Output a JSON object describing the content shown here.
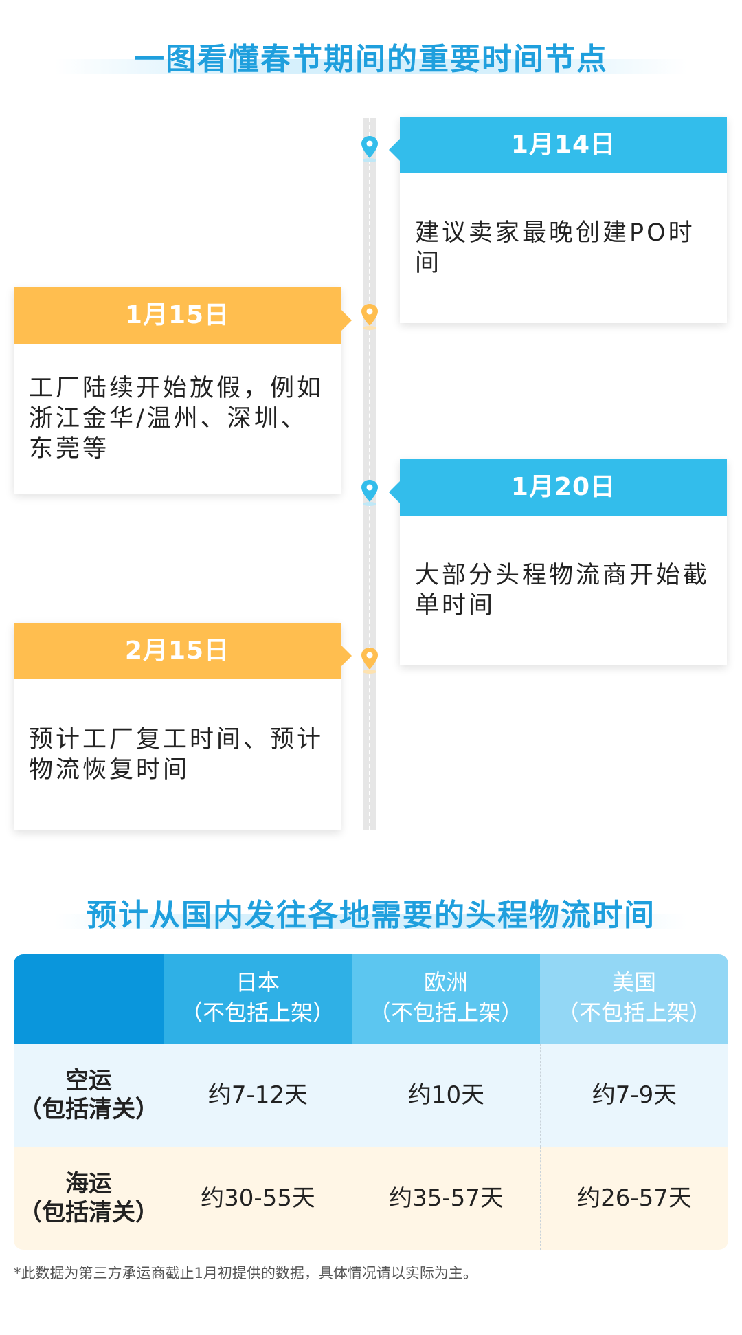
{
  "timeline_section": {
    "title": "一图看懂春节期间的重要时间节点",
    "events": [
      {
        "date": "1月14日",
        "desc": "建议卖家最晚创建PO时间",
        "side": "right"
      },
      {
        "date": "1月15日",
        "desc": "工厂陆续开始放假，例如浙江金华/温州、深圳、东莞等",
        "side": "left"
      },
      {
        "date": "1月20日",
        "desc": "大部分头程物流商开始截单时间",
        "side": "right"
      },
      {
        "date": "2月15日",
        "desc": "预计工厂复工时间、预计物流恢复时间",
        "side": "left"
      }
    ]
  },
  "logistics_section": {
    "title": "预计从国内发往各地需要的头程物流时间",
    "columns": [
      {
        "name": "日本",
        "note": "（不包括上架）"
      },
      {
        "name": "欧洲",
        "note": "（不包括上架）"
      },
      {
        "name": "美国",
        "note": "（不包括上架）"
      }
    ],
    "rows": [
      {
        "label": "空运",
        "note": "（包括清关）",
        "values": [
          "约7-12天",
          "约10天",
          "约7-9天"
        ]
      },
      {
        "label": "海运",
        "note": "（包括清关）",
        "values": [
          "约30-55天",
          "约35-57天",
          "约26-57天"
        ]
      }
    ],
    "footnote": "*此数据为第三方承运商截止1月初提供的数据，具体情况请以实际为主。"
  },
  "colors": {
    "title_blue": "#1f9fdd",
    "card_blue": "#33bdeb",
    "card_orange": "#ffbe4f",
    "header_corner": "#0a96dc",
    "header_japan": "#2fb0e6",
    "header_europe": "#5cc6f0",
    "header_usa": "#93d7f5",
    "air_row": "#eaf6fd",
    "sea_row": "#fff6e6"
  },
  "icons": {
    "timeline_marker": "location-pin-icon"
  }
}
